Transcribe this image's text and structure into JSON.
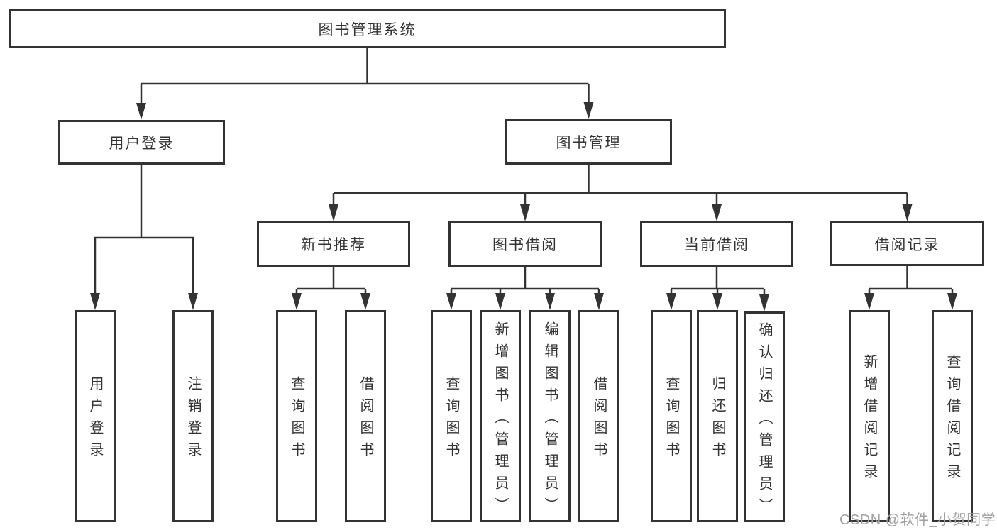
{
  "diagram": {
    "colors": {
      "line": "#333333",
      "text": "#333333",
      "box_background": "#ffffff"
    },
    "nodes": {
      "root": {
        "label": "图书管理系统"
      },
      "login": {
        "label": "用户登录"
      },
      "mgmt": {
        "label": "图书管理"
      },
      "rec": {
        "label": "新书推荐"
      },
      "borrow": {
        "label": "图书借阅"
      },
      "current": {
        "label": "当前借阅"
      },
      "records": {
        "label": "借阅记录"
      },
      "leaf_login": {
        "label": "用户登录"
      },
      "leaf_logout": {
        "label": "注销登录"
      },
      "leaf_rec_query": {
        "label": "查询图书"
      },
      "leaf_rec_borrow": {
        "label": "借阅图书"
      },
      "leaf_bor_query": {
        "label": "查询图书"
      },
      "leaf_bor_add": {
        "label": "新增图书（管理员）"
      },
      "leaf_bor_edit": {
        "label": "编辑图书（管理员）"
      },
      "leaf_bor_borrow": {
        "label": "借阅图书"
      },
      "leaf_cur_query": {
        "label": "查询图书"
      },
      "leaf_cur_return": {
        "label": "归还图书"
      },
      "leaf_cur_confirm": {
        "label": "确认归还（管理员）"
      },
      "leaf_recd_add": {
        "label": "新增借阅记录"
      },
      "leaf_recd_query": {
        "label": "查询借阅记录"
      }
    }
  },
  "watermark": {
    "text": "CSDN @软件_小贺同学",
    "color": "#a2a2a2"
  }
}
